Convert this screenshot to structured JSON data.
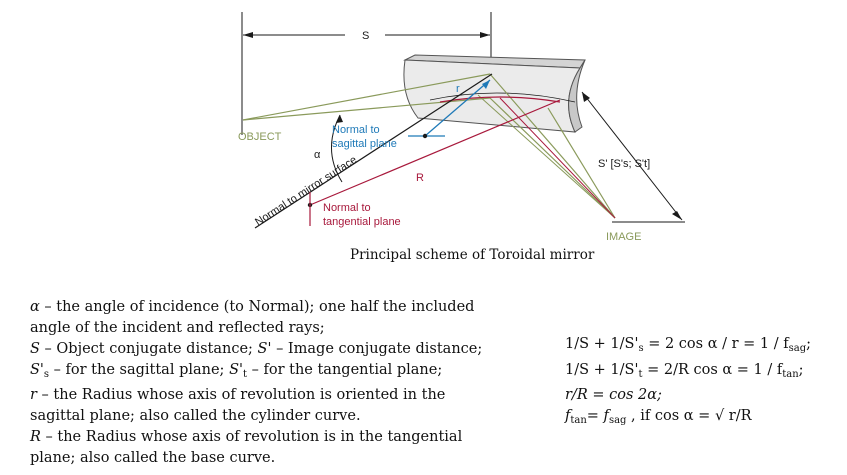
{
  "diagram": {
    "labels": {
      "s": "S",
      "object": "OBJECT",
      "image": "IMAGE",
      "r_small": "r",
      "r_big": "R",
      "alpha": "α",
      "normal_sagittal_1": "Normal to",
      "normal_sagittal_2": "sagittal plane",
      "normal_tangential_1": "Normal to",
      "normal_tangential_2": "tangential plane",
      "normal_surface": "Normal to mirror surface",
      "s_prime": "S' [S's; S't]"
    },
    "colors": {
      "green": "#8a9a5b",
      "red": "#a8193c",
      "blue": "#1f7ab8",
      "black": "#1a1a1a"
    }
  },
  "caption": "Principal scheme of Toroidal mirror",
  "legend": {
    "alpha_sym": "α",
    "alpha_text": " – the angle of incidence (to Normal); one half the included angle of the incident and reflected rays;",
    "s_sym": "S",
    "s_text": " – Object conjugate distance; ",
    "sp_sym": "S'",
    "sp_text": " – Image conjugate distance;",
    "sps_sym": "S'",
    "sps_sub": "s",
    "sps_text": " – for the sagittal plane; ",
    "spt_sym": "S'",
    "spt_sub": "t",
    "spt_text": " – for the tangential plane;",
    "r_sym": "r",
    "r_text": " – the Radius whose axis of revolution is oriented in the sagittal plane; also called the cylinder curve.",
    "R_sym": "R",
    "R_text": " – the Radius whose axis of revolution is in the tangential plane; also called the base curve."
  },
  "formulas": {
    "f1_a": "1/S + 1/S'",
    "f1_sub": "s",
    "f1_b": " = 2 cos α / r = 1 / f",
    "f1_sub2": "sag",
    "f1_c": ";",
    "f2_a": "1/S + 1/S'",
    "f2_sub": "t",
    "f2_b": " = 2/R cos α = 1 / f",
    "f2_sub2": "tan",
    "f2_c": ";",
    "f3": "r/R = cos 2α;",
    "f4_a": "f",
    "f4_sub": "tan",
    "f4_b": "= f",
    "f4_sub2": "sag",
    "f4_c": " , if cos α = √ r/R"
  }
}
